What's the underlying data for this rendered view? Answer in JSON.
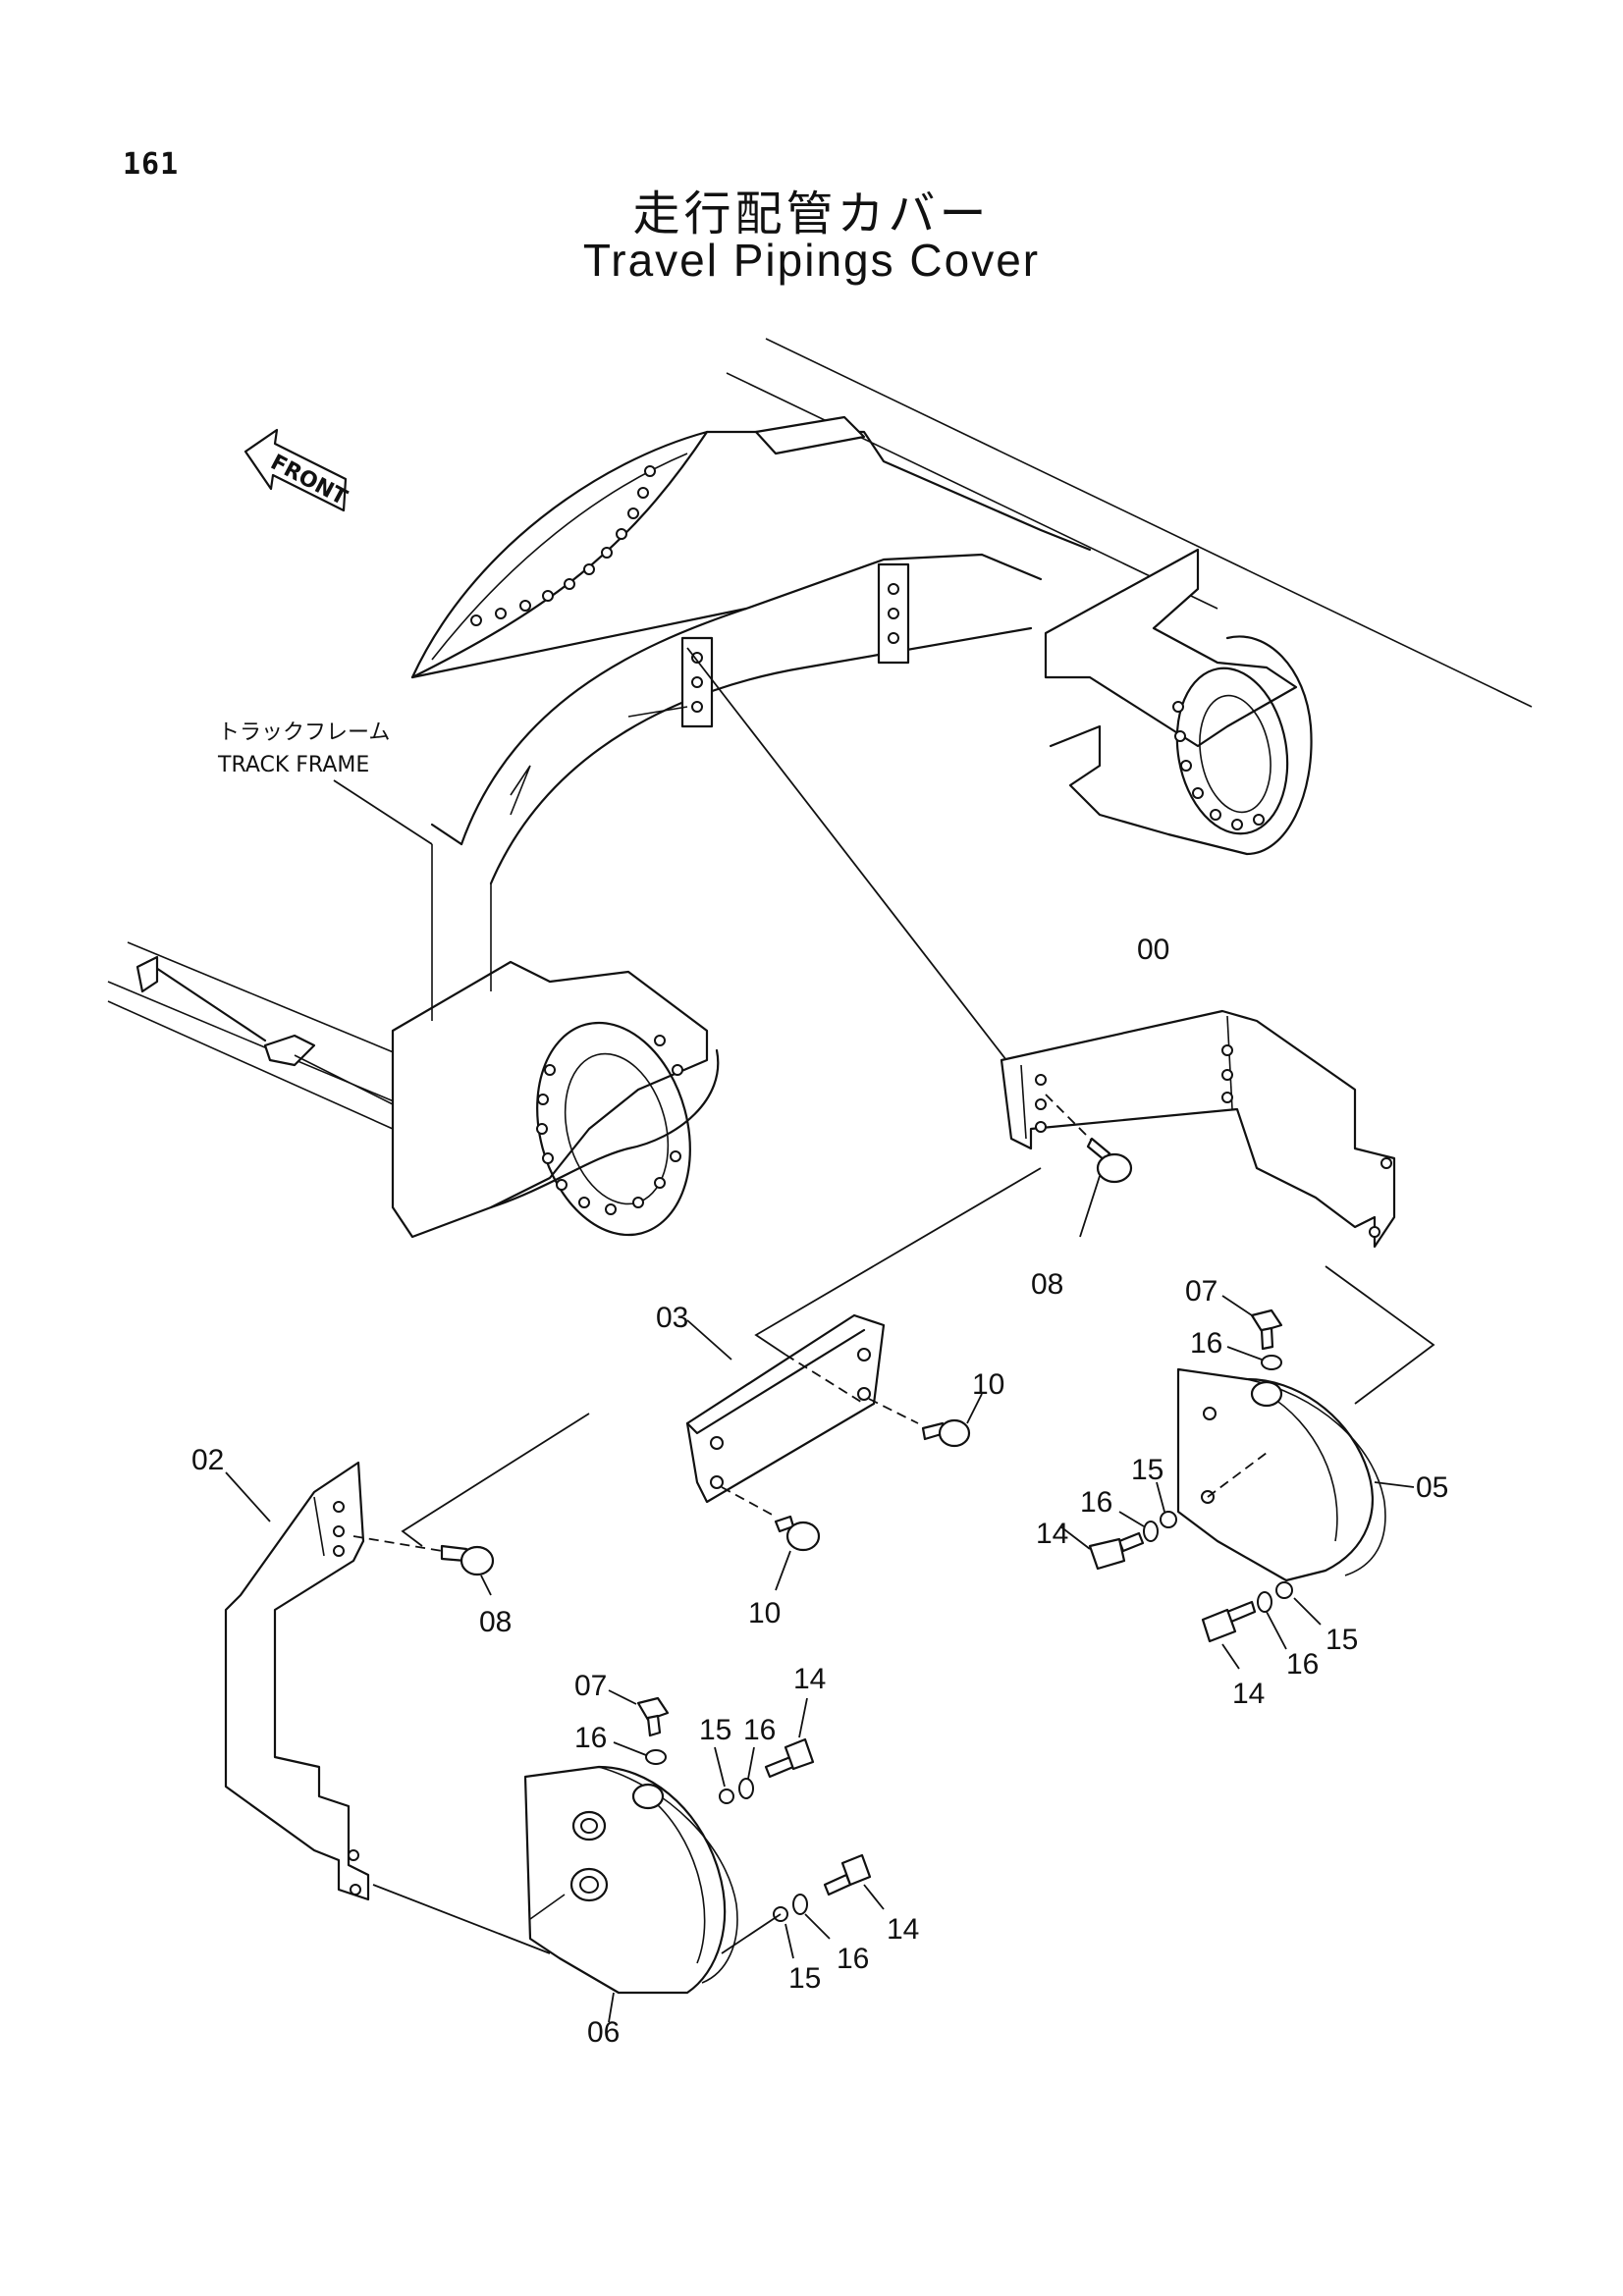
{
  "page_number": "161",
  "title_jp": "走行配管カバー",
  "title_en": "Travel Pipings Cover",
  "front_arrow_label": "FRONT",
  "track_frame_label_jp": "トラックフレーム",
  "track_frame_label_en": "TRACK  FRAME",
  "part_labels": {
    "p00": "00",
    "p02": "02",
    "p03": "03",
    "p05": "05",
    "p06": "06",
    "p07a": "07",
    "p07b": "07",
    "p08a": "08",
    "p08b": "08",
    "p10a": "10",
    "p10b": "10",
    "p14a": "14",
    "p14b": "14",
    "p14c": "14",
    "p14d": "14",
    "p15a": "15",
    "p15b": "15",
    "p15c": "15",
    "p15d": "15",
    "p16a": "16",
    "p16b": "16",
    "p16c": "16",
    "p16d": "16",
    "p16e": "16",
    "p16f": "16"
  }
}
